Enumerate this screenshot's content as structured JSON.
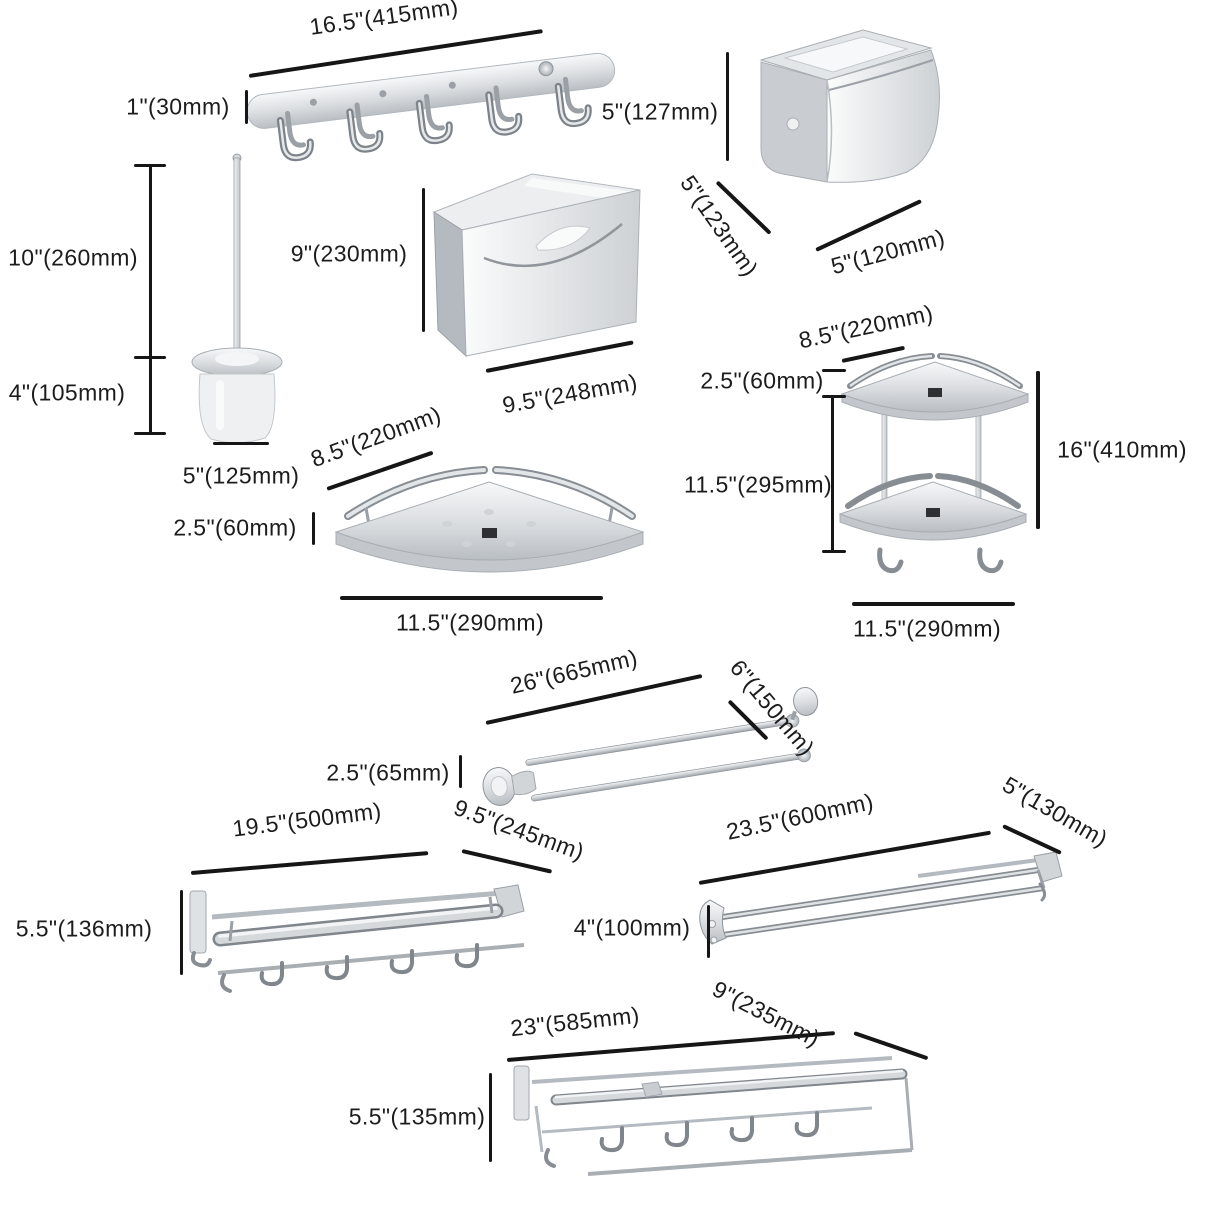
{
  "page": {
    "background": "#ffffff",
    "line_color": "#161616",
    "text_color": "#1c1c1c",
    "chrome_color": "#d6d9dc"
  },
  "products": {
    "hook_rail": {
      "length": "16.5\"(415mm)",
      "height": "1\"(30mm)"
    },
    "paper_holder": {
      "height": "5\"(127mm)",
      "depth": "5\"(123mm)",
      "width": "5\"(120mm)"
    },
    "toilet_brush": {
      "handle_height": "10\"(260mm)",
      "cup_height": "4\"(105mm)",
      "width": "5\"(125mm)"
    },
    "tissue_box": {
      "height": "9\"(230mm)",
      "width": "9.5\"(248mm)"
    },
    "corner_shelf_single": {
      "side": "8.5\"(220mm)",
      "height": "2.5\"(60mm)",
      "width": "11.5\"(290mm)"
    },
    "corner_shelf_double": {
      "side": "8.5\"(220mm)",
      "tier_height": "2.5\"(60mm)",
      "tier_gap": "11.5\"(295mm)",
      "total_height": "16\"(410mm)",
      "width": "11.5\"(290mm)"
    },
    "towel_bar_double": {
      "length": "26\"(665mm)",
      "depth": "6\"(150mm)",
      "height": "2.5\"(65mm)"
    },
    "towel_rack_left": {
      "length": "19.5\"(500mm)",
      "depth": "9.5\"(245mm)",
      "height": "5.5\"(136mm)"
    },
    "towel_bar_right": {
      "length": "23.5\"(600mm)",
      "depth": "5\"(130mm)",
      "height": "4\"(100mm)"
    },
    "towel_rack_bottom": {
      "length": "23\"(585mm)",
      "depth": "9\"(235mm)",
      "height": "5.5\"(135mm)"
    }
  }
}
